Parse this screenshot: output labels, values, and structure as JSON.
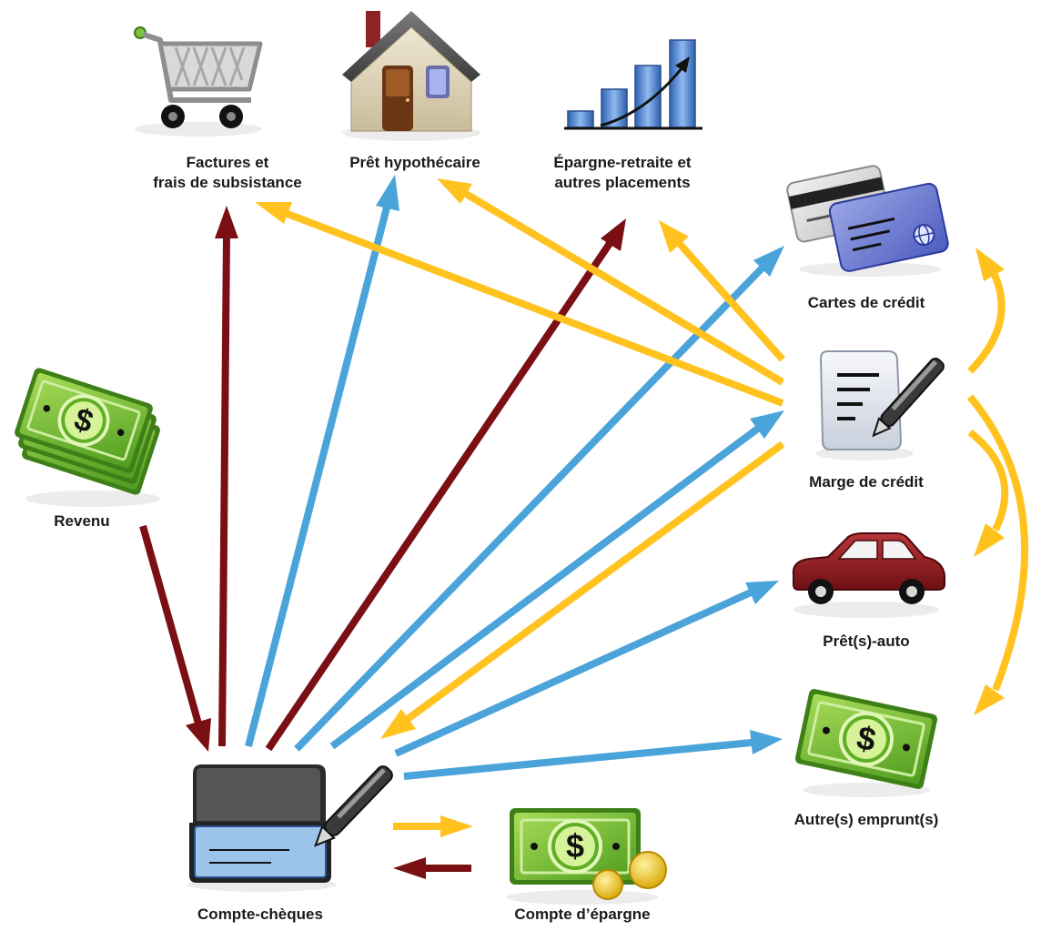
{
  "colors": {
    "income_flow": "#7a0f14",
    "borrowing_flow": "#4aa3d9",
    "credit_flow": "#ffc21f"
  },
  "nodes": {
    "factures": {
      "icon": "shopping-cart-icon",
      "lines": [
        "Factures et",
        "frais de subsistance"
      ]
    },
    "pret_hypothecaire": {
      "icon": "house-icon",
      "lines": [
        "Prêt hypothécaire"
      ]
    },
    "epargne_retraite": {
      "icon": "growth-bar-chart-icon",
      "lines": [
        "Épargne-retraite et",
        "autres placements"
      ]
    },
    "cartes_credit": {
      "icon": "credit-cards-icon",
      "lines": [
        "Cartes de crédit"
      ]
    },
    "marge_credit": {
      "icon": "document-pen-icon",
      "lines": [
        "Marge de crédit"
      ]
    },
    "revenu": {
      "icon": "cash-stack-icon",
      "lines": [
        "Revenu"
      ]
    },
    "pret_auto": {
      "icon": "car-icon",
      "lines": [
        "Prêt(s)-auto"
      ]
    },
    "autres_emprunts": {
      "icon": "banknote-icon",
      "lines": [
        "Autre(s) emprunt(s)"
      ]
    },
    "compte_cheques": {
      "icon": "checkbook-icon",
      "lines": [
        "Compte-chèques"
      ]
    },
    "compte_epargne": {
      "icon": "banknote-coins-icon",
      "lines": [
        "Compte d’épargne"
      ]
    }
  }
}
